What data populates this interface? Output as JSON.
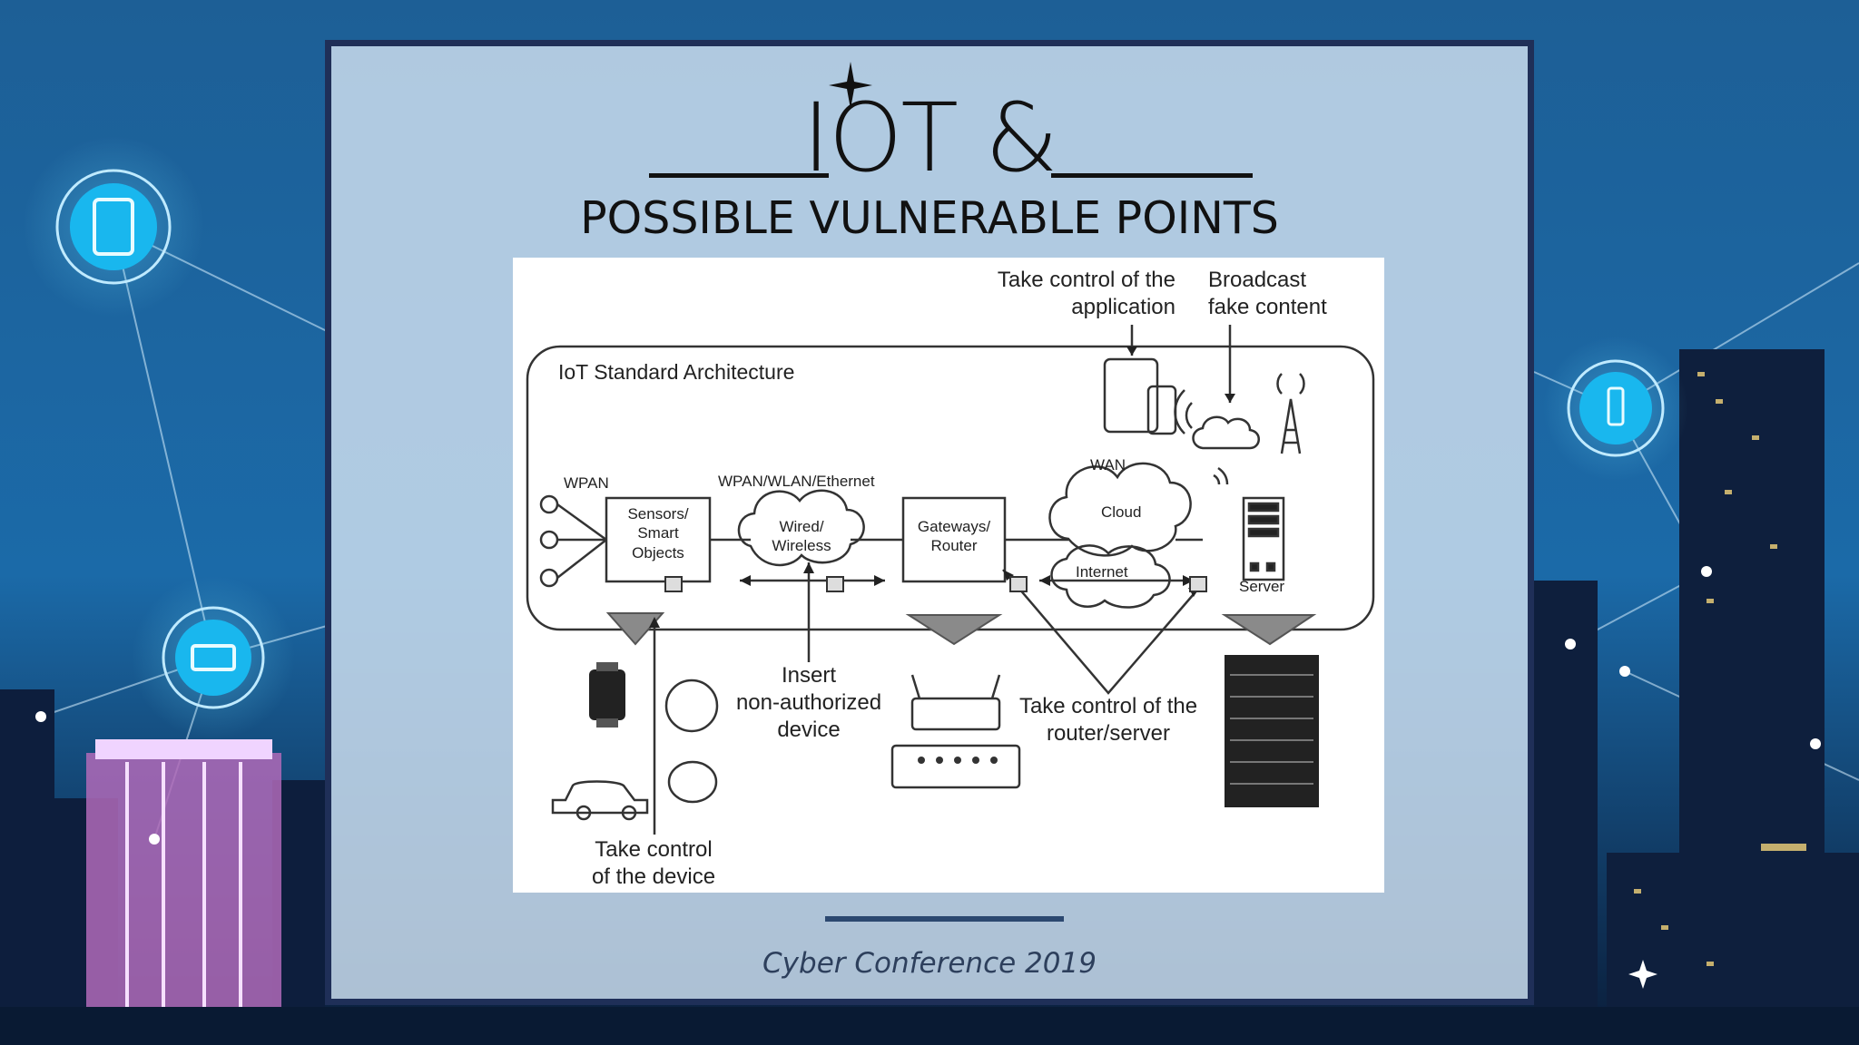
{
  "slide": {
    "title": "IOT &",
    "subtitle": "POSSIBLE VULNERABLE POINTS",
    "footer": "Cyber Conference 2019"
  },
  "diagram": {
    "architecture_label": "IoT Standard Architecture",
    "network_labels": {
      "wpan": "WPAN",
      "wpan_wlan_ethernet": "WPAN/WLAN/Ethernet",
      "wan": "WAN"
    },
    "nodes": {
      "sensors": [
        "Sensors/",
        "Smart",
        "Objects"
      ],
      "wired_wireless": [
        "Wired/",
        "Wireless"
      ],
      "gateway": [
        "Gateways/",
        "Router"
      ],
      "cloud": "Cloud",
      "internet": "Internet",
      "server": "Server"
    },
    "attacks": {
      "take_control_app": [
        "Take control of the",
        "application"
      ],
      "broadcast_fake": [
        "Broadcast",
        "fake content"
      ],
      "insert_device": [
        "Insert",
        "non-authorized",
        "device"
      ],
      "take_control_router": [
        "Take control of the",
        "router/server"
      ],
      "take_control_device": [
        "Take control",
        "of the device"
      ]
    }
  },
  "colors": {
    "panel_border": "#1f2f58",
    "panel_fill": "#c8dbec",
    "accent_rule": "#2c4870",
    "glow": "#19b7ee"
  }
}
